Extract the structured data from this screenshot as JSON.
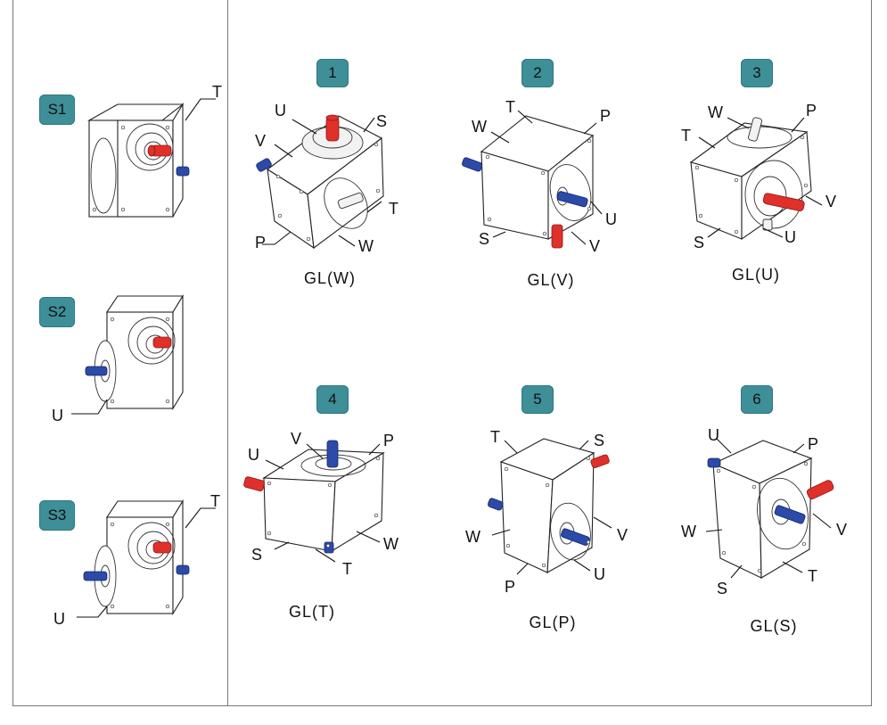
{
  "side_badges": [
    "S1",
    "S2",
    "S3"
  ],
  "side_labels": {
    "s1": [
      "T"
    ],
    "s2": [
      "U"
    ],
    "s3": [
      "T",
      "U"
    ]
  },
  "configs": [
    {
      "number": "1",
      "caption": "GL(W)",
      "labels": [
        "U",
        "S",
        "V",
        "T",
        "P",
        "W"
      ]
    },
    {
      "number": "2",
      "caption": "GL(V)",
      "labels": [
        "T",
        "P",
        "W",
        "U",
        "S",
        "V"
      ]
    },
    {
      "number": "3",
      "caption": "GL(U)",
      "labels": [
        "W",
        "P",
        "T",
        "V",
        "S",
        "U"
      ]
    },
    {
      "number": "4",
      "caption": "GL(T)",
      "labels": [
        "V",
        "P",
        "U",
        "S",
        "W",
        "T"
      ]
    },
    {
      "number": "5",
      "caption": "GL(P)",
      "labels": [
        "T",
        "S",
        "W",
        "V",
        "P",
        "U"
      ]
    },
    {
      "number": "6",
      "caption": "GL(S)",
      "labels": [
        "U",
        "P",
        "W",
        "V",
        "S",
        "T"
      ]
    }
  ],
  "colors": {
    "badge": "#3e8f98",
    "shaft_red": "#e0302a",
    "shaft_blue": "#2c4aa8"
  }
}
